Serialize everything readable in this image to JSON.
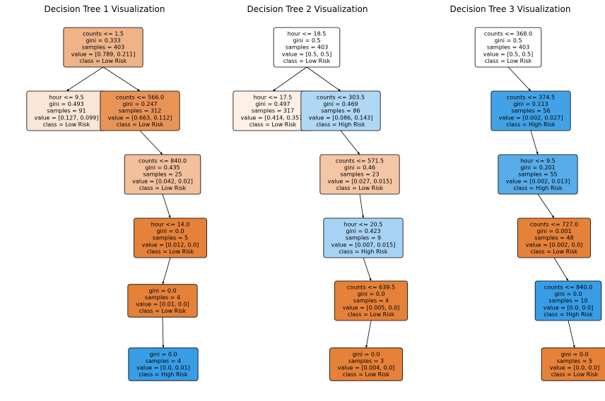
{
  "colors": {
    "low_risk": "#e58139",
    "high_risk": "#399de5"
  },
  "chart_data": [
    {
      "type": "tree",
      "title": "Decision Tree 1 Visualization",
      "nodes": [
        {
          "id": "r",
          "lines": [
            "counts <= 1.5",
            "gini = 0.333",
            "samples = 403",
            "value = [0.789, 0.211]",
            "class = Low Risk"
          ],
          "cls": "low",
          "p": 0.6
        },
        {
          "id": "a",
          "parent": "r",
          "lines": [
            "hour <= 9.5",
            "gini = 0.493",
            "samples = 91",
            "value = [0.127, 0.099]",
            "class = Low Risk"
          ],
          "cls": "low",
          "p": 0.2
        },
        {
          "id": "b",
          "parent": "r",
          "lines": [
            "counts <= 566.0",
            "gini = 0.247",
            "samples = 312",
            "value = [0.663, 0.112]",
            "class = Low Risk"
          ],
          "cls": "low",
          "p": 0.85
        },
        {
          "id": "c",
          "parent": "b",
          "lines": [
            "counts <= 840.0",
            "gini = 0.435",
            "samples = 25",
            "value = [0.042, 0.02]",
            "class = Low Risk"
          ],
          "cls": "low",
          "p": 0.5
        },
        {
          "id": "d",
          "parent": "c",
          "lines": [
            "hour <= 14.0",
            "gini = 0.0",
            "samples = 5",
            "value = [0.012, 0.0]",
            "class = Low Risk"
          ],
          "cls": "low",
          "p": 1.0
        },
        {
          "id": "e",
          "parent": "d",
          "lines": [
            "gini = 0.0",
            "samples = 4",
            "value = [0.01, 0.0]",
            "class = Low Risk"
          ],
          "cls": "low",
          "p": 1.0
        },
        {
          "id": "f",
          "parent": "e",
          "lines": [
            "gini = 0.0",
            "samples = 4",
            "value = [0.0, 0.01]",
            "class = High Risk"
          ],
          "cls": "high",
          "p": 1.0
        }
      ]
    },
    {
      "type": "tree",
      "title": "Decision Tree 2 Visualization",
      "nodes": [
        {
          "id": "r",
          "lines": [
            "hour <= 18.5",
            "gini = 0.5",
            "samples = 403",
            "value = [0.5, 0.5]",
            "class = Low Risk"
          ],
          "cls": "low",
          "p": 0.0
        },
        {
          "id": "a",
          "parent": "r",
          "lines": [
            "hour <= 17.5",
            "gini = 0.497",
            "samples = 317",
            "value = [0.414, 0.357]",
            "class = Low Risk"
          ],
          "cls": "low",
          "p": 0.12
        },
        {
          "id": "b",
          "parent": "r",
          "lines": [
            "counts <= 303.5",
            "gini = 0.469",
            "samples = 86",
            "value = [0.086, 0.143]",
            "class = High Risk"
          ],
          "cls": "high",
          "p": 0.4
        },
        {
          "id": "c",
          "parent": "b",
          "lines": [
            "counts <= 571.5",
            "gini = 0.46",
            "samples = 23",
            "value = [0.027, 0.015]",
            "class = Low Risk"
          ],
          "cls": "low",
          "p": 0.45
        },
        {
          "id": "d",
          "parent": "c",
          "lines": [
            "hour <= 20.5",
            "gini = 0.423",
            "samples = 9",
            "value = [0.007, 0.015]",
            "class = High Risk"
          ],
          "cls": "high",
          "p": 0.45
        },
        {
          "id": "e",
          "parent": "d",
          "lines": [
            "counts <= 639.5",
            "gini = 0.0",
            "samples = 4",
            "value = [0.005, 0.0]",
            "class = Low Risk"
          ],
          "cls": "low",
          "p": 1.0
        },
        {
          "id": "f",
          "parent": "e",
          "lines": [
            "gini = 0.0",
            "samples = 3",
            "value = [0.004, 0.0]",
            "class = Low Risk"
          ],
          "cls": "low",
          "p": 1.0
        }
      ]
    },
    {
      "type": "tree",
      "title": "Decision Tree 3 Visualization",
      "nodes": [
        {
          "id": "r",
          "lines": [
            "counts <= 368.0",
            "gini = 0.5",
            "samples = 403",
            "value = [0.5, 0.5]",
            "class = Low Risk"
          ],
          "cls": "low",
          "p": 0.0
        },
        {
          "id": "b",
          "parent": "r",
          "lines": [
            "counts <= 374.5",
            "gini = 0.113",
            "samples = 56",
            "value = [0.002, 0.027]",
            "class = High Risk"
          ],
          "cls": "high",
          "p": 0.95
        },
        {
          "id": "c",
          "parent": "b",
          "lines": [
            "hour <= 9.5",
            "gini = 0.201",
            "samples = 55",
            "value = [0.002, 0.013]",
            "class = High Risk"
          ],
          "cls": "high",
          "p": 0.85
        },
        {
          "id": "d",
          "parent": "c",
          "lines": [
            "counts <= 727.0",
            "gini = 0.001",
            "samples = 48",
            "value = [0.002, 0.0]",
            "class = Low Risk"
          ],
          "cls": "low",
          "p": 1.0
        },
        {
          "id": "e",
          "parent": "d",
          "lines": [
            "counts <= 840.0",
            "gini = 0.0",
            "samples = 10",
            "value = [0.0, 0.0]",
            "class = High Risk"
          ],
          "cls": "high",
          "p": 1.0
        },
        {
          "id": "f",
          "parent": "e",
          "lines": [
            "gini = 0.0",
            "samples = 5",
            "value = [0.0, 0.0]",
            "class = Low Risk"
          ],
          "cls": "low",
          "p": 1.0
        }
      ]
    }
  ]
}
